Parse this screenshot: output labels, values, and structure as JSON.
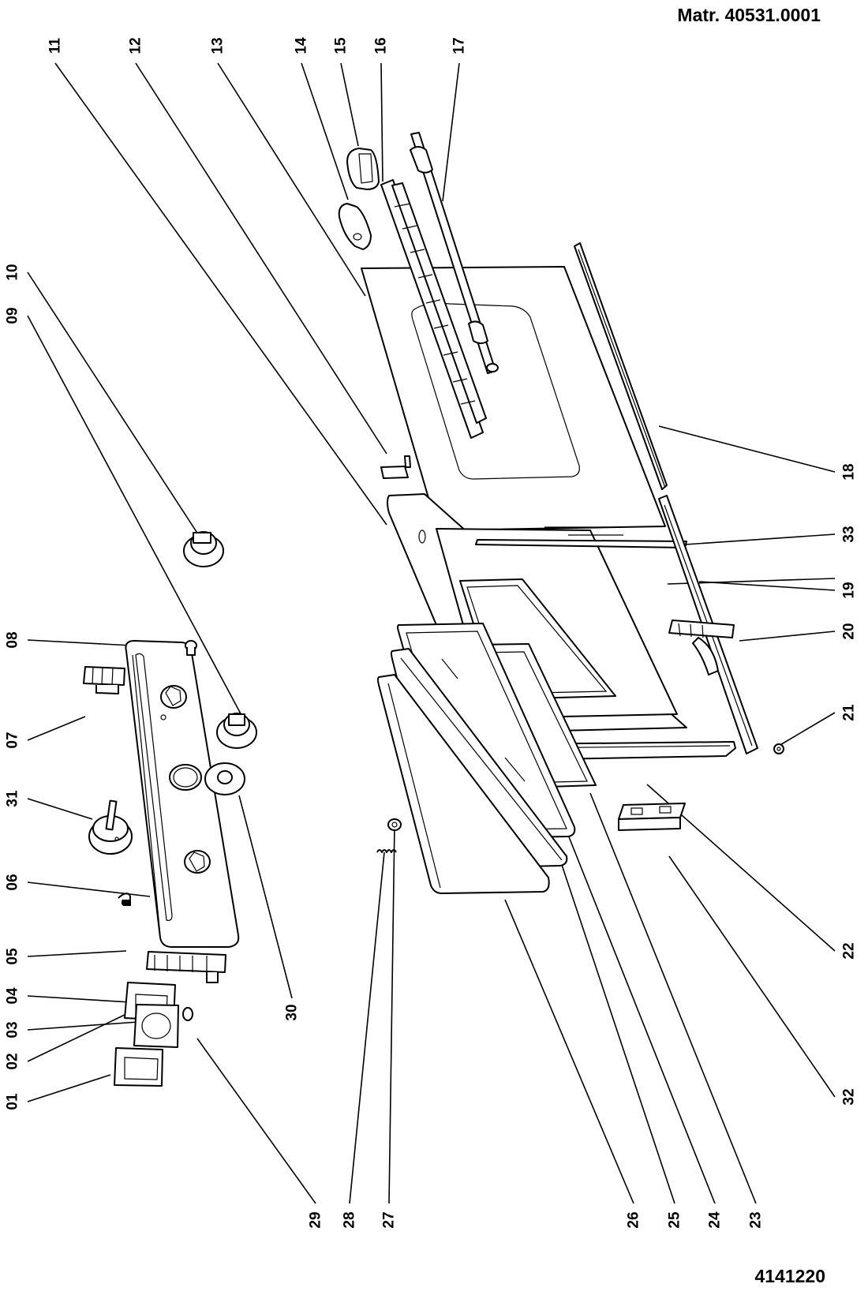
{
  "header": {
    "matr": "Matr. 40531.0001"
  },
  "footer": {
    "code": "4141220"
  },
  "callouts": [
    {
      "id": "c01",
      "label": "01"
    },
    {
      "id": "c02",
      "label": "02"
    },
    {
      "id": "c03",
      "label": "03"
    },
    {
      "id": "c04",
      "label": "04"
    },
    {
      "id": "c05",
      "label": "05"
    },
    {
      "id": "c06",
      "label": "06"
    },
    {
      "id": "c07",
      "label": "07"
    },
    {
      "id": "c08",
      "label": "08"
    },
    {
      "id": "c09",
      "label": "09"
    },
    {
      "id": "c10",
      "label": "10"
    },
    {
      "id": "c11",
      "label": "11"
    },
    {
      "id": "c12",
      "label": "12"
    },
    {
      "id": "c13",
      "label": "13"
    },
    {
      "id": "c14",
      "label": "14"
    },
    {
      "id": "c15",
      "label": "15"
    },
    {
      "id": "c16",
      "label": "16"
    },
    {
      "id": "c17",
      "label": "17"
    },
    {
      "id": "c18",
      "label": "18"
    },
    {
      "id": "c19",
      "label": "19"
    },
    {
      "id": "c20",
      "label": "20"
    },
    {
      "id": "c21",
      "label": "21"
    },
    {
      "id": "c22",
      "label": "22"
    },
    {
      "id": "c23",
      "label": "23"
    },
    {
      "id": "c24",
      "label": "24"
    },
    {
      "id": "c25",
      "label": "25"
    },
    {
      "id": "c26",
      "label": "26"
    },
    {
      "id": "c27",
      "label": "27"
    },
    {
      "id": "c28",
      "label": "28"
    },
    {
      "id": "c29",
      "label": "29"
    },
    {
      "id": "c30",
      "label": "30"
    },
    {
      "id": "c31",
      "label": "31"
    },
    {
      "id": "c32",
      "label": "32"
    },
    {
      "id": "c33",
      "label": "33"
    }
  ]
}
